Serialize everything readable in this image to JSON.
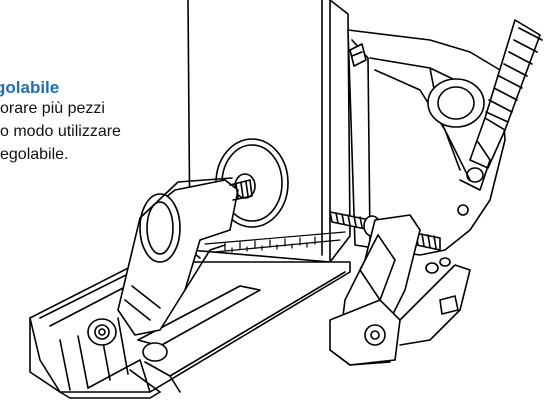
{
  "caption": {
    "heading": "golabile",
    "lines": [
      "orare più pezzi",
      "o modo utilizzare",
      "egolabile."
    ]
  },
  "colors": {
    "heading": "#1f6fb2",
    "text": "#111111",
    "line_art": "#000000"
  },
  "illustration": {
    "subject": "fixture-with-adjustable-stop",
    "style": "black-and-white-line-drawing"
  }
}
